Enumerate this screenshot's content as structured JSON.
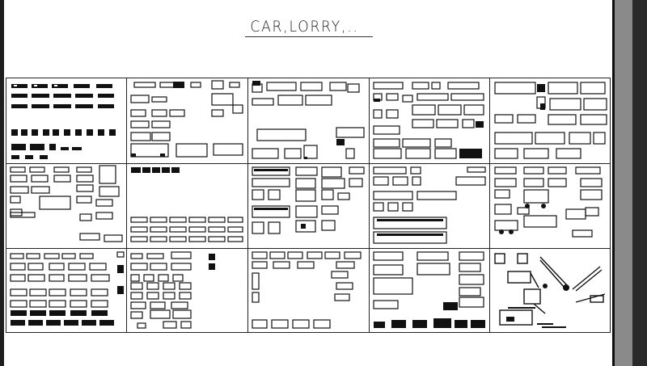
{
  "drawing": {
    "title": "CAR,LORRY,..",
    "background_color": "#ffffff",
    "line_color": "#111111",
    "cells": [
      {
        "id": "r1c1",
        "content": "sedan-cars-side-views-icon"
      },
      {
        "id": "r1c2",
        "content": "pickups-vans-rv-icon"
      },
      {
        "id": "r1c3",
        "content": "box-trucks-icon"
      },
      {
        "id": "r1c4",
        "content": "tankers-trailers-icon"
      },
      {
        "id": "r1c5",
        "content": "semi-trucks-icon"
      },
      {
        "id": "r2c1",
        "content": "mixed-cars-bus-icon"
      },
      {
        "id": "r2c2",
        "content": "compact-cars-rows-icon"
      },
      {
        "id": "r2c3",
        "content": "buses-plan-views-icon"
      },
      {
        "id": "r2c4",
        "content": "buses-trams-icon"
      },
      {
        "id": "r2c5",
        "content": "construction-machines-icon"
      },
      {
        "id": "r3c1",
        "content": "cars-plan-views-icon"
      },
      {
        "id": "r3c2",
        "content": "hatchbacks-rows-icon"
      },
      {
        "id": "r3c3",
        "content": "cars-top-views-icon"
      },
      {
        "id": "r3c4",
        "content": "trucks-loaders-icon"
      },
      {
        "id": "r3c5",
        "content": "cranes-forklifts-icon"
      }
    ]
  }
}
